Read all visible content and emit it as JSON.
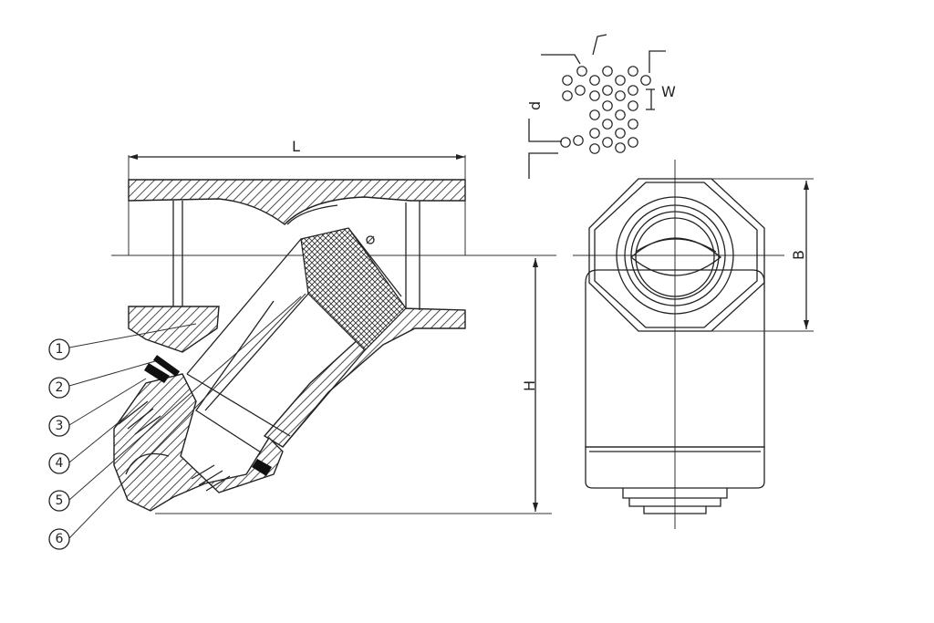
{
  "dimensions": {
    "length_label": "L",
    "width_label": "W",
    "hole_label": "d",
    "height_label": "H",
    "size_label": "B"
  },
  "balloons": [
    "1",
    "2",
    "3",
    "4",
    "5",
    "6"
  ]
}
